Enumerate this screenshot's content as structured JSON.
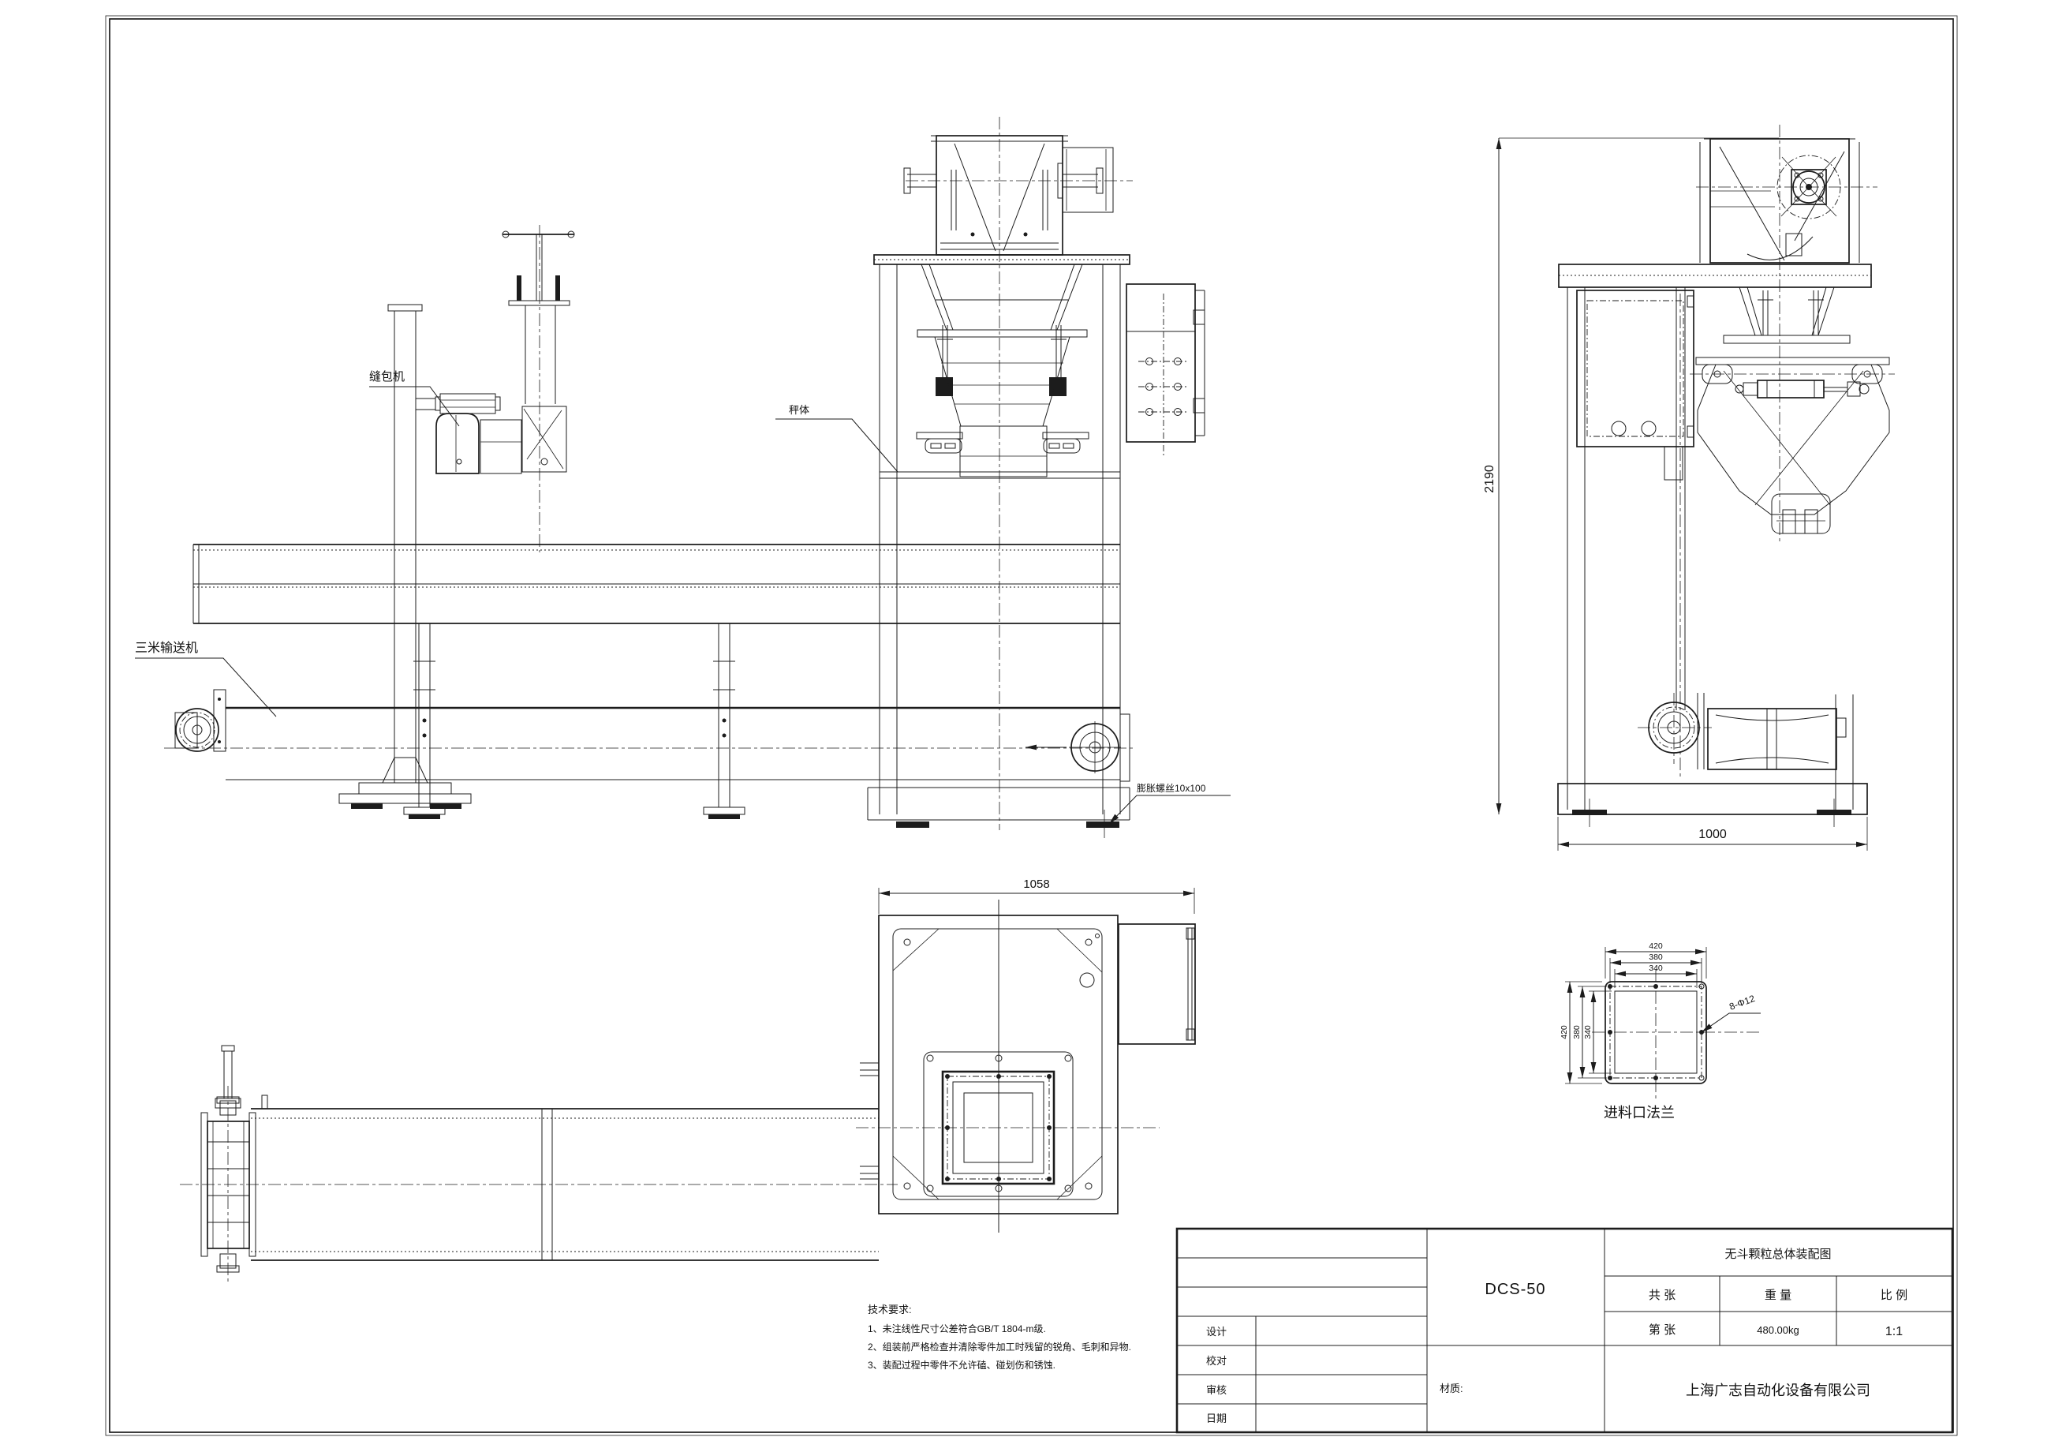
{
  "page": {
    "background": "#ffffff",
    "line_color": "#1c1c1c"
  },
  "annotations": {
    "sewing_machine": "缝包机",
    "conveyor_3m": "三米输送机",
    "scale_body": "秤体",
    "expansion_bolt": "膨胀螺丝10x100",
    "flange_holes": "8-Φ12",
    "flange_caption": "进料口法兰"
  },
  "dimensions": {
    "side_height": "2190",
    "base_width": "1000",
    "plan_width": "1058",
    "flange_top": [
      "420",
      "380",
      "340"
    ],
    "flange_left": [
      "420",
      "380",
      "340"
    ]
  },
  "tech_requirements": {
    "heading": "技术要求:",
    "items": [
      "1、未注线性尺寸公差符合GB/T 1804-m级.",
      "2、组装前严格检查并清除零件加工时残留的锐角、毛刺和异物.",
      "3、装配过程中零件不允许磕、碰划伤和锈蚀."
    ]
  },
  "title_block": {
    "model": "DCS-50",
    "drawing_title": "无斗颗粒总体装配图",
    "col_total_sheets": "共  张",
    "col_weight": "重 量",
    "col_scale": "比 例",
    "row_sheet_no": "第  张",
    "weight_value": "480.00kg",
    "scale_value": "1:1",
    "material_label": "材质:",
    "company": "上海广志自动化设备有限公司",
    "rows": [
      {
        "label": "设计"
      },
      {
        "label": "校对"
      },
      {
        "label": "审核"
      },
      {
        "label": "日期"
      }
    ]
  }
}
